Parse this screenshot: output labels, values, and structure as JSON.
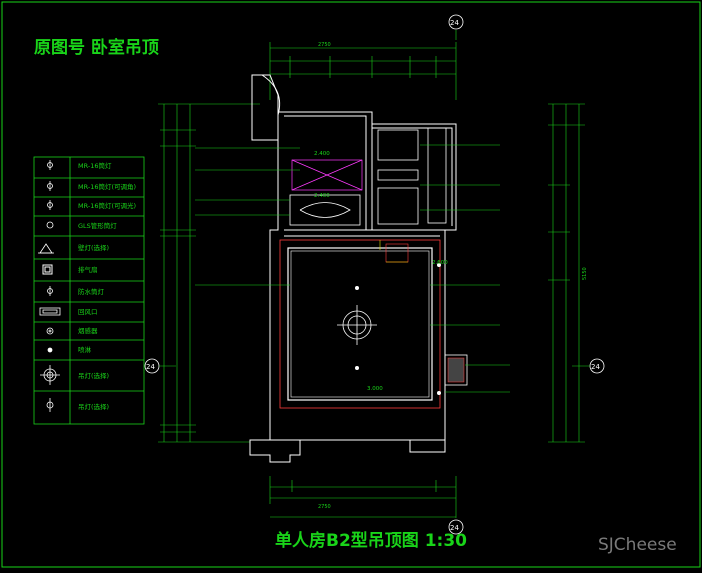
{
  "title_top": "原图号",
  "title_top_suffix": "卧室吊顶",
  "title_bottom": "单人房B2型吊顶图 1:30",
  "watermark": "SJCheese",
  "axis_marker": "24",
  "legend": [
    {
      "icon": "downlight-icon",
      "label": "MR-16筒灯"
    },
    {
      "icon": "adjustable-downlight-icon",
      "label": "MR-16筒灯(可调角)"
    },
    {
      "icon": "dimmable-downlight-icon",
      "label": "MR-16筒灯(可调光)"
    },
    {
      "icon": "gls-downlight-icon",
      "label": "GLS管形筒灯"
    },
    {
      "icon": "wall-lamp-icon",
      "label": "壁灯(选择)"
    },
    {
      "icon": "exhaust-fan-icon",
      "label": "排气扇"
    },
    {
      "icon": "waterproof-lamp-icon",
      "label": "防水筒灯"
    },
    {
      "icon": "return-air-icon",
      "label": "回风口"
    },
    {
      "icon": "smoke-detector-icon",
      "label": "烟感器"
    },
    {
      "icon": "sprinkler-icon",
      "label": "喷淋"
    },
    {
      "icon": "ceiling-lamp-icon",
      "label": "吊灯(选择)"
    },
    {
      "icon": "pendant-lamp-icon",
      "label": "吊灯(选择)"
    }
  ],
  "dims": {
    "top_total": "2750",
    "bottom_total": "2750",
    "right_total": "5150"
  },
  "levels": [
    "2.400",
    "2.400",
    "2.600",
    "3.000"
  ],
  "colors": {
    "line": "#19d419",
    "white": "#ffffff",
    "red": "#ff3b3b",
    "magenta": "#ff3bff",
    "cyan": "#19d4d4",
    "yellow": "#e0e000"
  }
}
